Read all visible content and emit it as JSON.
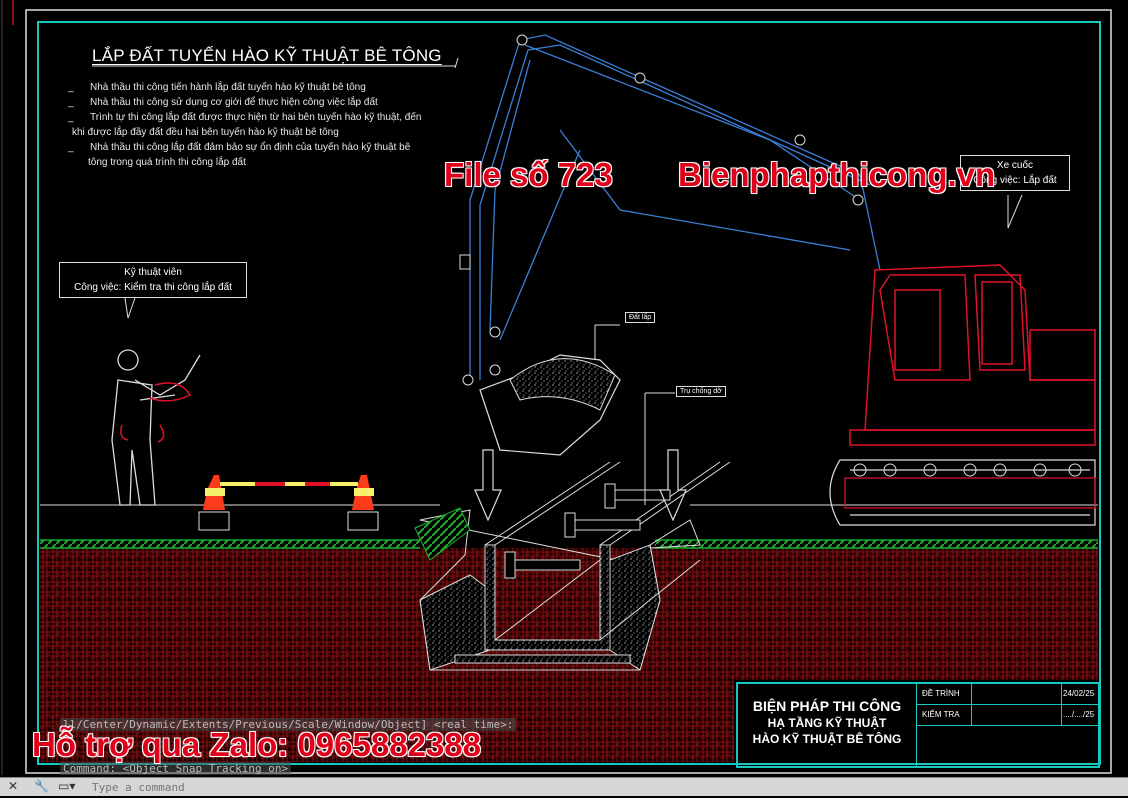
{
  "drawing": {
    "title": "LẮP ĐẤT TUYẾN HÀO KỸ THUẬT BÊ TÔNG",
    "notes": [
      {
        "bullet": "_",
        "text": "Nhà thầu thi công tiến hành lắp đất tuyến hào kỹ thuật bê tông"
      },
      {
        "bullet": "_",
        "text": "Nhà thầu thi công sử dụng cơ giới để thực hiện công việc lắp đất"
      },
      {
        "bullet": "_",
        "text": "Trình tự thi công lắp đất được thực hiện từ hai bên tuyến hào kỹ thuật, đến"
      },
      {
        "bullet": "",
        "text": "khi được lắp đầy đất đều hai bên tuyến hào kỹ thuật bê tông"
      },
      {
        "bullet": "_",
        "text": "Nhà thầu thi công lắp đất đảm bảo sự ổn định của tuyến hào kỹ thuật bê"
      },
      {
        "bullet": "",
        "text": "tông trong quá trình thi công lắp đất"
      }
    ],
    "callouts": {
      "technician": {
        "line1": "Kỹ thuật viên",
        "line2": "Công việc: Kiểm tra thi công lắp đất"
      },
      "excavator": {
        "line1": "Xe cuốc",
        "line2": "Công việc: Lắp đất"
      },
      "backfill": "Đất lấp",
      "support": "Trụ chống dỡ"
    },
    "colors": {
      "frame_outer": "#ffffff",
      "frame_inner": "#16c9c0",
      "excavator_arm": "#3b7fd6",
      "excavator_body": "#e0122a",
      "soil_hatch": "#8a1010",
      "grass": "#1fae2e",
      "cone": "#ff3a1a",
      "cone_band": "#f4f06a"
    }
  },
  "title_block": {
    "line1": "BIỆN PHÁP THI CÔNG",
    "line2": "HẠ TẦNG KỸ THUẬT",
    "line3": "HÀO KỸ THUẬT BÊ TÔNG",
    "rows": [
      {
        "label": "ĐỀ TRÌNH",
        "value": "",
        "date": "24/02/25"
      },
      {
        "label": "KIỂM TRA",
        "value": "",
        "date": "..../..../25"
      }
    ]
  },
  "watermarks": {
    "file_no": "File số 723",
    "site": "Bienphapthicong.vn",
    "support": "Hỗ trợ qua Zalo: 0965882388"
  },
  "command_line": {
    "history_1": "ll/Center/Dynamic/Extents/Previous/Scale/Window/Object] <real time>:",
    "history_2": "Command: <Object Snap Tracking on>",
    "placeholder": "Type a command",
    "icons": [
      "close-icon",
      "wrench-icon",
      "command-history-icon"
    ]
  }
}
